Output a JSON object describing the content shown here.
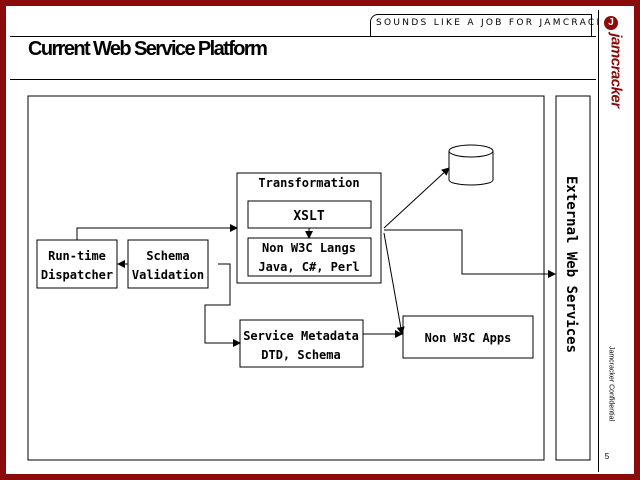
{
  "header": {
    "tagline": "SOUNDS LIKE A JOB FOR JAMCRACKER",
    "title": "Current Web Service Platform"
  },
  "sidebar": {
    "logo_mark": "J",
    "logo_text": "jamcracker",
    "confidential": "Jamcracker Confidential",
    "page_number": "5"
  },
  "diagram": {
    "dispatcher": [
      "Run-time",
      "Dispatcher"
    ],
    "validation": [
      "Schema",
      "Validation"
    ],
    "transformation_title": "Transformation",
    "xslt": "XSLT",
    "langs": [
      "Non W3C Langs",
      "Java, C#, Perl"
    ],
    "metadata": [
      "Service Metadata",
      "DTD, Schema"
    ],
    "apps": "Non W3C Apps",
    "external": "External Web Services"
  },
  "colors": {
    "background": "#8b0a0a",
    "ink": "#000000",
    "panel": "#ffffff"
  }
}
